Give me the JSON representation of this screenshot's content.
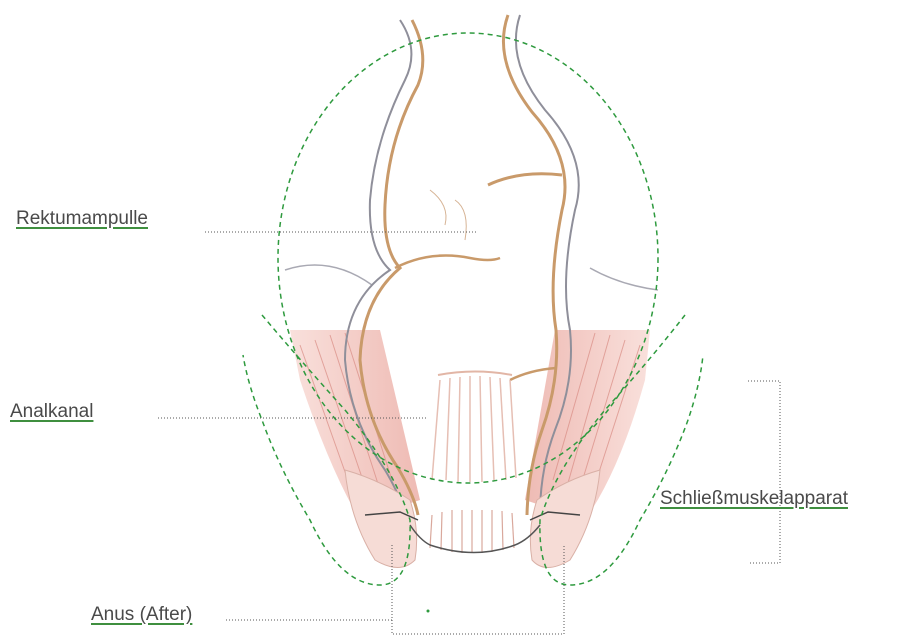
{
  "labels": {
    "rektumampulle": "Rektumampulle",
    "analkanal": "Analkanal",
    "schliessmuskel": "Schließmuskelapparat",
    "anus": "Anus (After)"
  },
  "colors": {
    "label_text": "#4a4a4a",
    "underline": "#3f8f3f",
    "dashed_outline": "#2e9a3e",
    "leader_line": "#555555",
    "wall_outline": "#8f8f9a",
    "mucosa": "#c99a6a",
    "muscle": "#e8a8a0",
    "sphincter_fill": "#f3c8c0"
  }
}
